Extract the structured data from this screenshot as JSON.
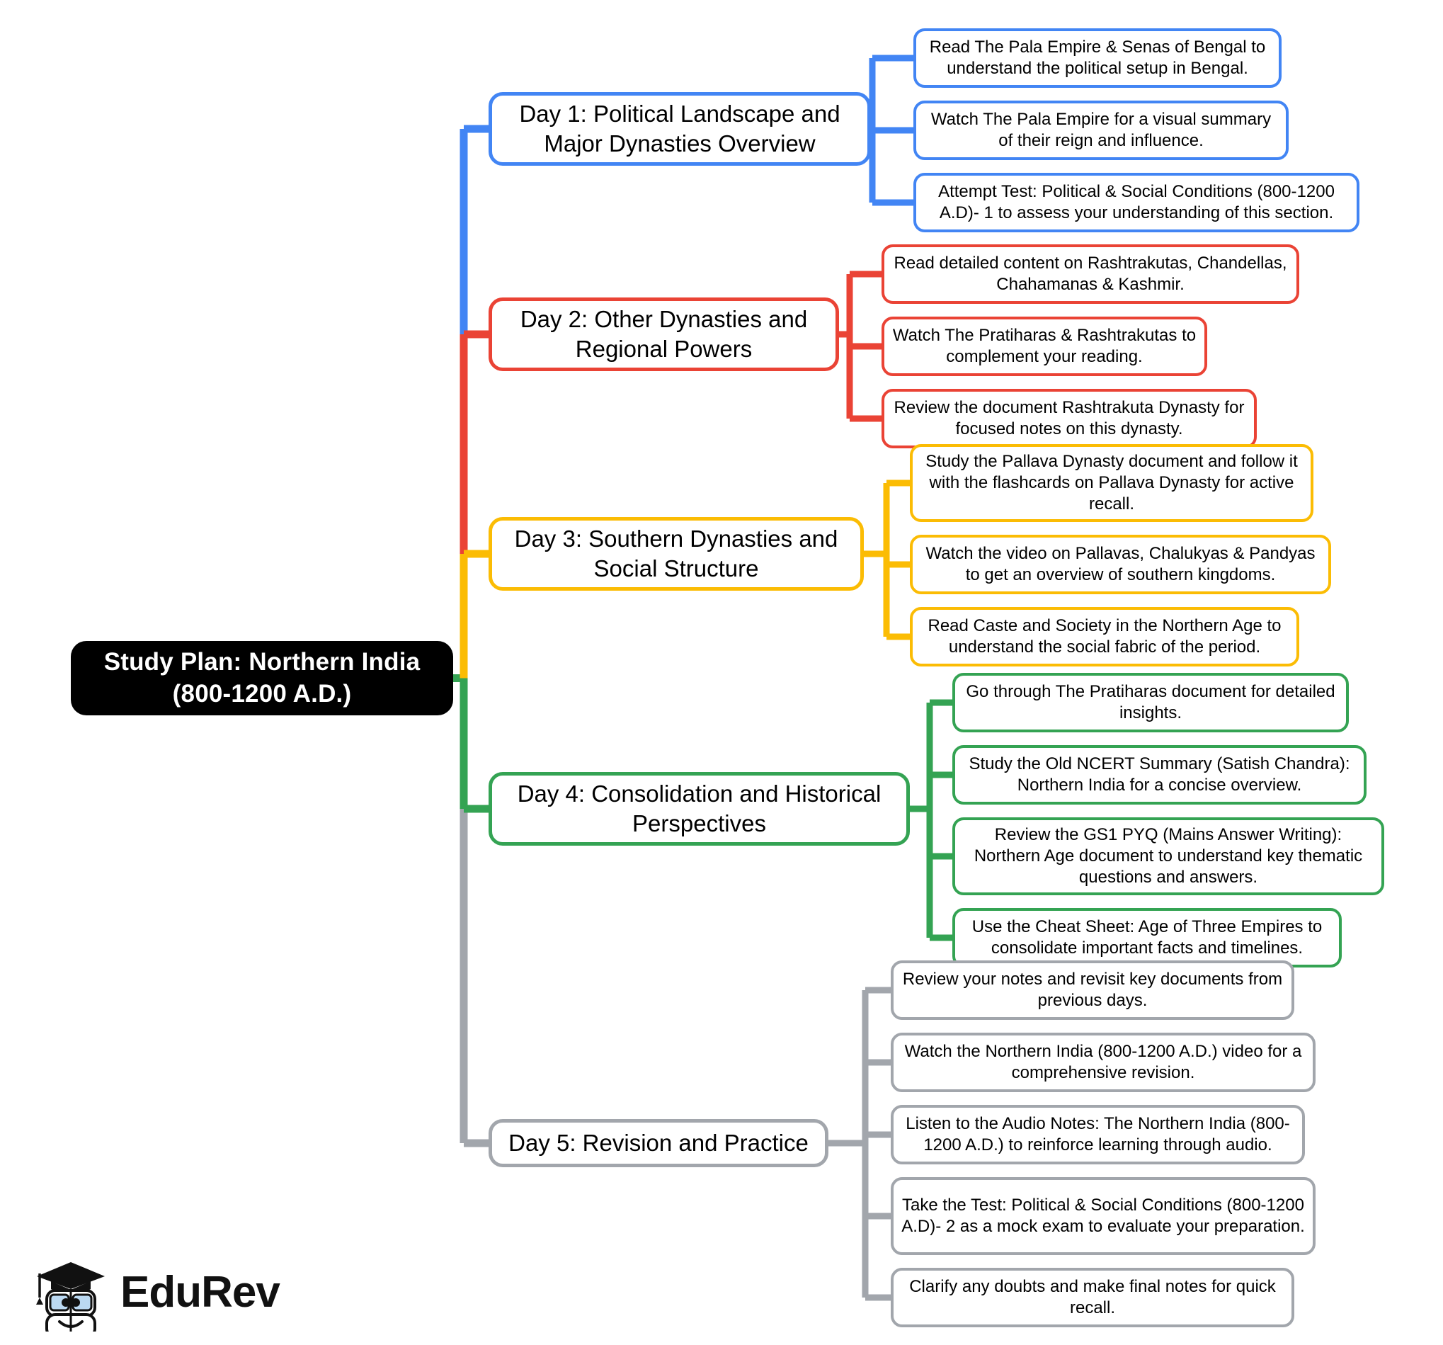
{
  "diagram": {
    "type": "mindmap",
    "title": "Study Plan: Northern India (800-1200 A.D.)",
    "root": {
      "label": "Study Plan: Northern India\n(800-1200 A.D.)",
      "line1": "Study Plan: Northern India",
      "line2": "(800-1200 A.D.)",
      "color": "#000000"
    },
    "colors": {
      "blue": "#4285F4",
      "red": "#EA4335",
      "yellow": "#FBBC04",
      "green": "#34A353",
      "gray": "#A2A6AC",
      "root_bg": "#000000",
      "text": "#000000",
      "background": "#FFFFFF"
    },
    "branches": [
      {
        "id": "day1",
        "label": "Day 1: Political Landscape and Major Dynasties Overview",
        "line1": "Day 1: Political Landscape and",
        "line2": "Major Dynasties Overview",
        "color": "#4285F4",
        "color_name": "blue",
        "children": [
          {
            "text": "Read The Pala Empire & Senas of Bengal to understand the political setup in Bengal."
          },
          {
            "text": "Watch The Pala Empire for a visual summary of their reign and influence."
          },
          {
            "text": "Attempt Test: Political & Social Conditions (800-1200 A.D)- 1 to assess your understanding of this section."
          }
        ]
      },
      {
        "id": "day2",
        "label": "Day 2: Other Dynasties and Regional Powers",
        "line1": "Day 2: Other Dynasties and",
        "line2": "Regional Powers",
        "color": "#EA4335",
        "color_name": "red",
        "children": [
          {
            "text": "Read detailed content on Rashtrakutas, Chandellas, Chahamanas & Kashmir."
          },
          {
            "text": "Watch The Pratiharas & Rashtrakutas to complement your reading."
          },
          {
            "text": "Review the document Rashtrakuta Dynasty for focused notes on this dynasty."
          }
        ]
      },
      {
        "id": "day3",
        "label": "Day 3: Southern Dynasties and Social Structure",
        "line1": "Day 3: Southern Dynasties and",
        "line2": "Social Structure",
        "color": "#FBBC04",
        "color_name": "yellow",
        "children": [
          {
            "text": "Study the Pallava Dynasty document and follow it with the flashcards on Pallava Dynasty for active recall."
          },
          {
            "text": "Watch the video on Pallavas, Chalukyas & Pandyas to get an overview of southern kingdoms."
          },
          {
            "text": "Read Caste and Society in the Northern Age to understand the social fabric of the period."
          }
        ]
      },
      {
        "id": "day4",
        "label": "Day 4: Consolidation and Historical Perspectives",
        "line1": "Day 4: Consolidation and Historical",
        "line2": "Perspectives",
        "color": "#34A353",
        "color_name": "green",
        "children": [
          {
            "text": "Go through The Pratiharas document for detailed insights."
          },
          {
            "text": "Study the Old NCERT Summary (Satish Chandra): Northern India for a concise overview."
          },
          {
            "text": "Review the GS1 PYQ (Mains Answer Writing): Northern Age document to understand key thematic questions and answers."
          },
          {
            "text": "Use the Cheat Sheet: Age of Three Empires to consolidate important facts and timelines."
          }
        ]
      },
      {
        "id": "day5",
        "label": "Day 5: Revision and Practice",
        "line1": "Day 5: Revision and Practice",
        "line2": "",
        "color": "#A2A6AC",
        "color_name": "gray",
        "children": [
          {
            "text": "Review your notes and revisit key documents from previous days."
          },
          {
            "text": "Watch the Northern India (800-1200 A.D.) video for a comprehensive revision."
          },
          {
            "text": "Listen to the Audio Notes: The Northern India (800-1200 A.D.) to reinforce learning through audio."
          },
          {
            "text": "Take the Test: Political & Social Conditions (800-1200 A.D)- 2 as a mock exam to evaluate your preparation."
          },
          {
            "text": "Clarify any doubts and make final notes for quick recall."
          }
        ]
      }
    ]
  },
  "logo": {
    "name": "EduRev",
    "icon": "graduation-cap-character-icon"
  }
}
